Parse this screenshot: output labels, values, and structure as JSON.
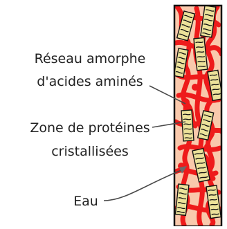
{
  "labels": {
    "reseau_line1": "Réseau amorphe",
    "reseau_line2": "d'acides aminés",
    "zone_line1": "Zone de protéines",
    "zone_line2": "cristallisées",
    "eau": "Eau"
  },
  "colors": {
    "network": "#ee1b1b",
    "water": "#f9c9ac",
    "crystal_fill": "#ece29a",
    "crystal_stroke": "#111111",
    "border": "#111111",
    "arrow": "#4a4a4a",
    "eau_pointer": "#6b6b6b"
  },
  "icons": {
    "crystal_zone": "striped-rectangle",
    "arrow_head": "triangle"
  }
}
